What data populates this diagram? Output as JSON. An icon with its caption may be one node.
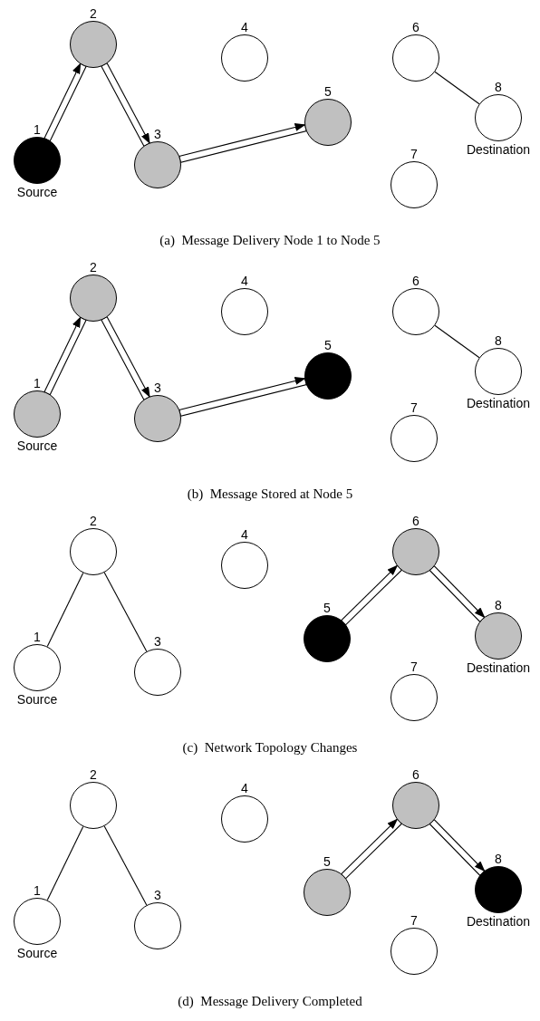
{
  "diagram": {
    "nodes": [
      {
        "text": [
          "1"
        ],
        "beside": [
          "Source"
        ]
      },
      {
        "text": [
          "2"
        ]
      },
      {
        "text": [
          "3"
        ]
      },
      {
        "text": [
          "4"
        ]
      },
      {
        "text": [
          "5"
        ]
      },
      {
        "text": [
          "6"
        ]
      },
      {
        "text": [
          "7"
        ]
      },
      {
        "text": [
          "8"
        ],
        "beside": [
          "Destination"
        ]
      },
      {
        "text": [
          "1"
        ],
        "beside": [
          "Source"
        ]
      },
      {
        "text": [
          "2"
        ]
      },
      {
        "text": [
          "3"
        ]
      },
      {
        "text": [
          "4"
        ]
      },
      {
        "text": [
          "5"
        ]
      },
      {
        "text": [
          "6"
        ]
      },
      {
        "text": [
          "7"
        ]
      },
      {
        "text": [
          "8"
        ],
        "beside": [
          "Destination"
        ]
      },
      {
        "text": [
          "1"
        ],
        "beside": [
          "Source"
        ]
      },
      {
        "text": [
          "2"
        ]
      },
      {
        "text": [
          "3"
        ]
      },
      {
        "text": [
          "4"
        ]
      },
      {
        "text": [
          "5"
        ]
      },
      {
        "text": [
          "6"
        ]
      },
      {
        "text": [
          "7"
        ]
      },
      {
        "text": [
          "8"
        ],
        "beside": [
          "Destination"
        ]
      },
      {
        "text": [
          "1"
        ],
        "beside": [
          "Source"
        ]
      },
      {
        "text": [
          "2"
        ]
      },
      {
        "text": [
          "3"
        ]
      },
      {
        "text": [
          "4"
        ]
      },
      {
        "text": [
          "5"
        ]
      },
      {
        "text": [
          "6"
        ]
      },
      {
        "text": [
          "7"
        ]
      },
      {
        "text": [
          "8"
        ],
        "beside": [
          "Destination"
        ]
      }
    ],
    "edges": [
      {
        "from": 0,
        "to": 1,
        "arrow": "to"
      },
      {
        "from": 1,
        "to": 2,
        "arrow": "to"
      },
      {
        "from": 2,
        "to": 4,
        "arrow": "to"
      },
      {
        "from": 5,
        "to": 7,
        "arrow": "none"
      },
      {
        "from": 8,
        "to": 9,
        "arrow": "to"
      },
      {
        "from": 9,
        "to": 10,
        "arrow": "to"
      },
      {
        "from": 10,
        "to": 12,
        "arrow": "to"
      },
      {
        "from": 13,
        "to": 15,
        "arrow": "none"
      },
      {
        "from": 17,
        "to": 16,
        "arrow": "none"
      },
      {
        "from": 17,
        "to": 18,
        "arrow": "none"
      },
      {
        "from": 20,
        "to": 21,
        "arrow": "to"
      },
      {
        "from": 21,
        "to": 23,
        "arrow": "to"
      },
      {
        "from": 25,
        "to": 24,
        "arrow": "none"
      },
      {
        "from": 25,
        "to": 26,
        "arrow": "none"
      },
      {
        "from": 28,
        "to": 29,
        "arrow": "to"
      },
      {
        "from": 29,
        "to": 31,
        "arrow": "to"
      }
    ],
    "labels": [
      "(a)  Message Delivery Node 1 to Node 5",
      "(b)  Message Stored at Node 5",
      "(c)  Network Topology Changes",
      "(d)  Message Delivery Completed"
    ]
  }
}
